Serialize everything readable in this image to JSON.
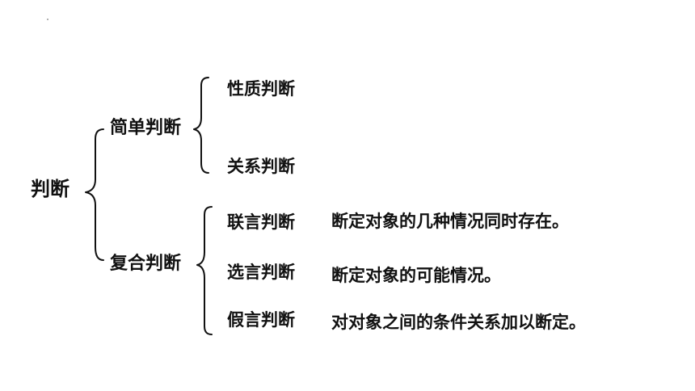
{
  "diagram": {
    "root": "判断",
    "simple": {
      "label": "简单判断",
      "children": [
        "性质判断",
        "关系判断"
      ]
    },
    "compound": {
      "label": "复合判断",
      "children": [
        {
          "label": "联言判断",
          "description": "断定对象的几种情况同时存在。"
        },
        {
          "label": "选言判断",
          "description": "断定对象的可能情况。"
        },
        {
          "label": "假言判断",
          "description": "对对象之间的条件关系加以断定。"
        }
      ]
    }
  }
}
